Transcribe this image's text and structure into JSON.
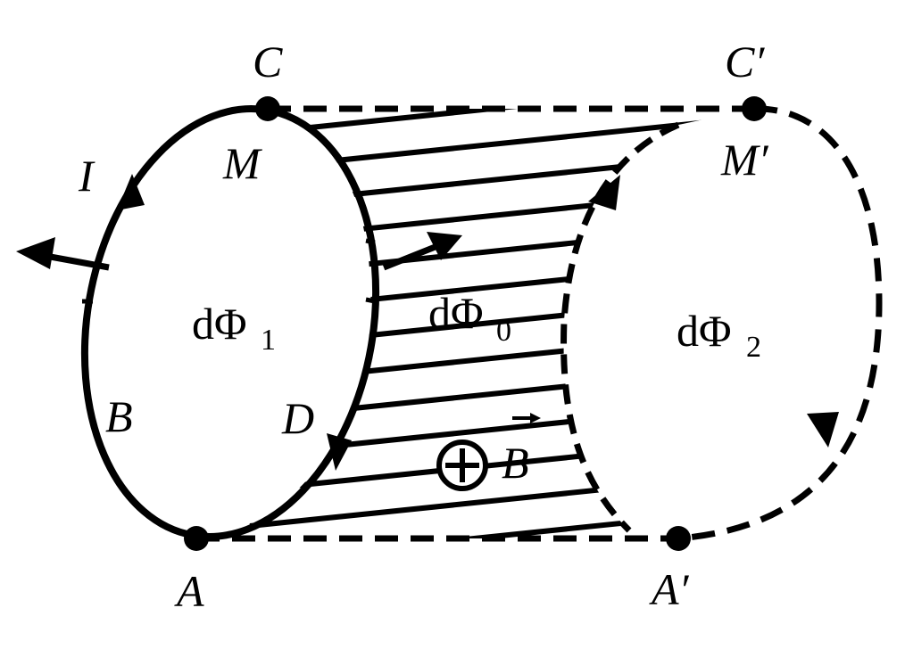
{
  "points": {
    "C": "C",
    "C_prime": "C′",
    "M": "M",
    "M_prime": "M′",
    "A": "A",
    "A_prime": "A′",
    "B": "B",
    "D": "D",
    "I": "I"
  },
  "fluxes": {
    "phi1": {
      "base": "dΦ",
      "sub": "1"
    },
    "phi0": {
      "base": "dΦ",
      "sub": "0"
    },
    "phi2": {
      "base": "dΦ",
      "sub": "2"
    }
  },
  "field": {
    "symbol": "B",
    "direction": "into-page"
  },
  "colors": {
    "ink": "#000000",
    "background": "#ffffff"
  }
}
